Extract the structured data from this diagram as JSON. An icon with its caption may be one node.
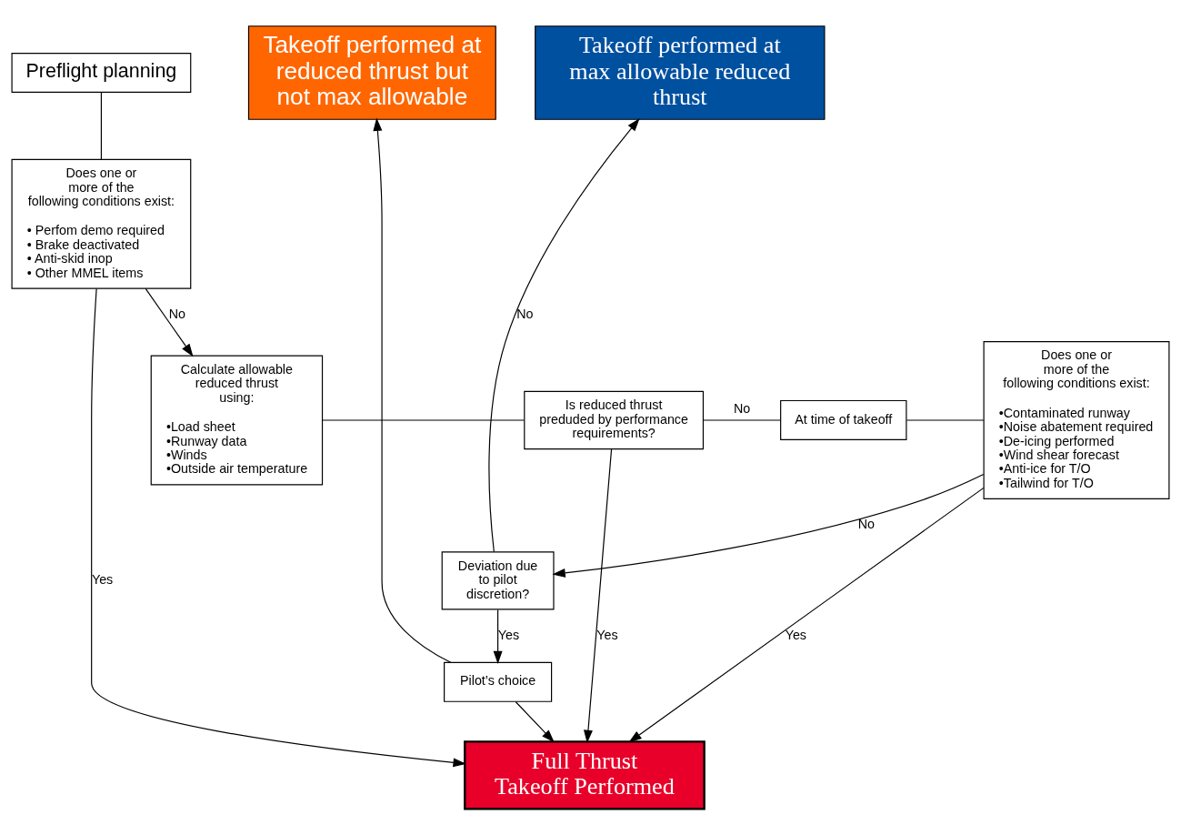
{
  "diagram": {
    "nodes": [
      {
        "text": [
          "Preflight planning"
        ]
      },
      {
        "text": [
          "Takeoff performed at reduced thrust but not max allowable"
        ]
      },
      {
        "text": [
          "Takeoff performed at max allowable reduced thrust"
        ]
      },
      {
        "text": [
          "Does one or more of the following conditions exist:",
          "• Perfom demo required",
          "• Brake deactivated",
          "• Anti-skid inop",
          "• Other MMEL items"
        ]
      },
      {
        "text": [
          "Full Thrust Takeoff Performed"
        ]
      },
      {
        "text": [
          "Pilot’s choice"
        ]
      },
      {
        "text": [
          "Deviation due to pilot discretion?"
        ]
      },
      {
        "text": [
          "Calculate allowable reduced thrust using:",
          "•Load sheet",
          "•Runway data",
          "•Winds",
          "•Outside air temperature"
        ]
      },
      {
        "text": [
          "Is reduced thrust preduded by performance requirements?"
        ]
      },
      {
        "text": [
          "At time of takeoff"
        ]
      },
      {
        "text": [
          "Does one or more of the following conditions exist:",
          "•Contaminated runway",
          "•Noise abatement required",
          "•De-icing performed",
          "•Wind shear forecast",
          "•Anti-ice for T/O",
          "•Tailwind for T/O"
        ]
      }
    ],
    "edges": [
      {
        "from": 0,
        "to": 3,
        "arrow": "none"
      },
      {
        "from": 3,
        "to": 4,
        "arrow": "to",
        "label": "Yes"
      },
      {
        "from": 3,
        "to": 7,
        "arrow": "to",
        "label": "No"
      },
      {
        "from": 7,
        "to": 8,
        "arrow": "none"
      },
      {
        "from": 8,
        "to": 4,
        "arrow": "to",
        "label": "Yes"
      },
      {
        "from": 8,
        "to": 9,
        "arrow": "none",
        "label": "No"
      },
      {
        "from": 9,
        "to": 10,
        "arrow": "none"
      },
      {
        "from": 10,
        "to": 4,
        "arrow": "to",
        "label": "Yes"
      },
      {
        "from": 10,
        "to": 6,
        "arrow": "to",
        "label": "No"
      },
      {
        "from": 6,
        "to": 5,
        "arrow": "to",
        "label": "Yes"
      },
      {
        "from": 6,
        "to": 2,
        "arrow": "to",
        "label": "No"
      },
      {
        "from": 5,
        "to": 4,
        "arrow": "to"
      },
      {
        "from": 5,
        "to": 1,
        "arrow": "to"
      }
    ]
  }
}
